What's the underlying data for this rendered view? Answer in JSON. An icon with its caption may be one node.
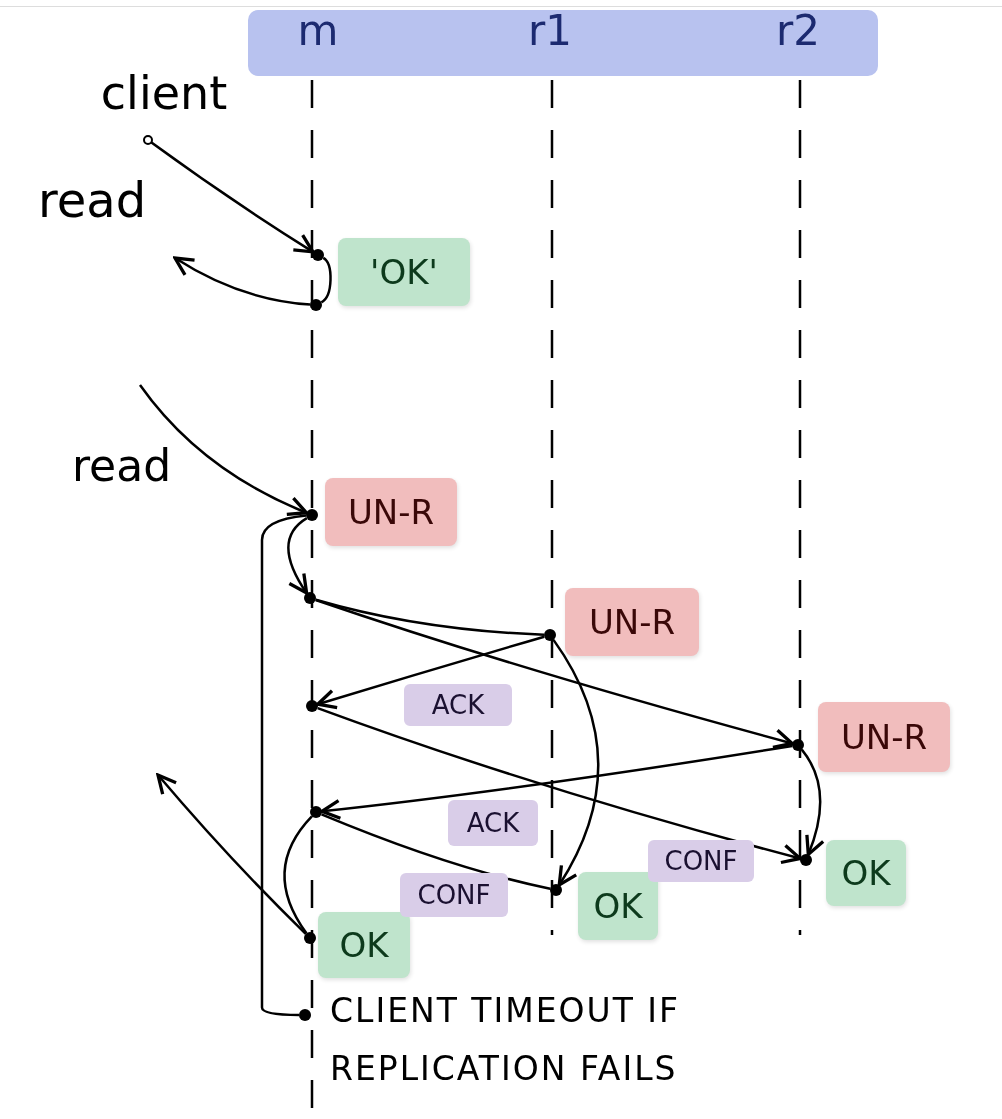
{
  "diagram": {
    "nodes": [
      {
        "text": [],
        "shape": "bar"
      },
      {
        "text": [
          "m"
        ],
        "in": 0
      },
      {
        "text": [
          "r1"
        ],
        "in": 0
      },
      {
        "text": [
          "r2"
        ],
        "in": 0
      },
      {
        "text": [
          "client"
        ]
      },
      {
        "text": [],
        "shape": "circle"
      },
      {
        "text": [],
        "shape": "circle"
      },
      {
        "text": [
          "'OK'"
        ]
      },
      {
        "text": [],
        "shape": "circle"
      },
      {
        "text": [
          "UN-R"
        ]
      },
      {
        "text": [],
        "shape": "circle"
      },
      {
        "text": [],
        "shape": "circle"
      },
      {
        "text": [
          "UN-R"
        ]
      },
      {
        "text": [],
        "shape": "circle"
      },
      {
        "text": [],
        "shape": "circle"
      },
      {
        "text": [
          "UN-R"
        ]
      },
      {
        "text": [],
        "shape": "circle"
      },
      {
        "text": [],
        "shape": "circle"
      },
      {
        "text": [
          "OK"
        ]
      },
      {
        "text": [],
        "shape": "circle"
      },
      {
        "text": [
          "OK"
        ]
      },
      {
        "text": [],
        "shape": "circle"
      },
      {
        "text": [
          "OK"
        ]
      },
      {
        "text": [],
        "shape": "circle",
        "beside": [
          "CLIENT TIMEOUT IF REPLICATION FAILS"
        ]
      }
    ],
    "edges": [
      {
        "from": 4,
        "to": 5,
        "arrow": "to"
      },
      {
        "from": 5,
        "to": 6,
        "arrow": "none"
      },
      {
        "from": 6,
        "to": null,
        "arrow": "to"
      },
      {
        "from": null,
        "to": 8,
        "arrow": "to"
      },
      {
        "from": 8,
        "to": 10,
        "arrow": "to"
      },
      {
        "from": 8,
        "to": 23,
        "arrow": "none"
      },
      {
        "from": 10,
        "to": 11,
        "arrow": "none"
      },
      {
        "from": 10,
        "to": 14,
        "arrow": "to"
      },
      {
        "from": 11,
        "to": 13,
        "arrow": "to",
        "label": "ACK"
      },
      {
        "from": 14,
        "to": 16,
        "arrow": "to",
        "label": "ACK"
      },
      {
        "from": 13,
        "to": 17,
        "arrow": "to",
        "label": "CONF"
      },
      {
        "from": 16,
        "to": 19,
        "arrow": "none",
        "label": "CONF"
      },
      {
        "from": 11,
        "to": 19,
        "arrow": "to"
      },
      {
        "from": 14,
        "to": 17,
        "arrow": "to"
      },
      {
        "from": 16,
        "to": 21,
        "arrow": "none"
      },
      {
        "from": 21,
        "to": null,
        "arrow": "to"
      }
    ],
    "labels": [
      "read",
      "read"
    ]
  }
}
